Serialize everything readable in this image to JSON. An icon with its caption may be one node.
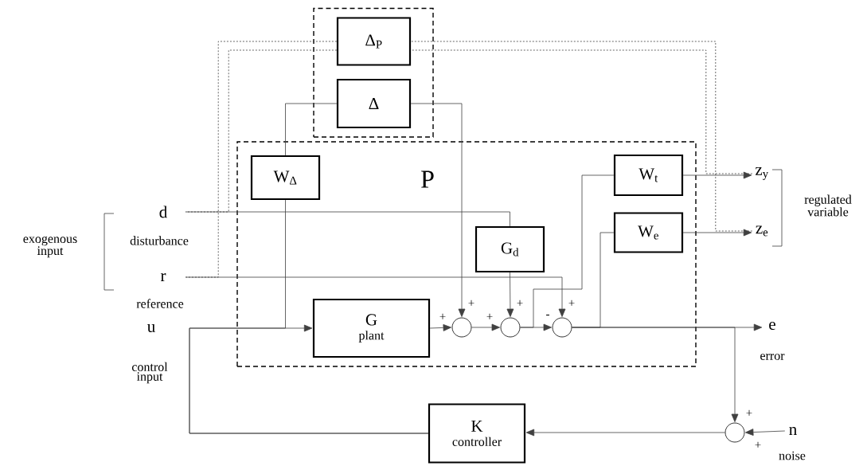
{
  "diagram": {
    "nodes": [
      {
        "text": [],
        "shape": "box"
      },
      {
        "text": [
          "Δ$_{P}$"
        ],
        "in": 0
      },
      {
        "text": [
          "Δ"
        ],
        "in": 0
      },
      {
        "text": [
          "P"
        ]
      },
      {
        "text": [
          "W$_{Δ}$"
        ],
        "in": 3
      },
      {
        "text": [
          "W$_{t}$"
        ],
        "in": 3
      },
      {
        "text": [
          "d"
        ],
        "beside": [
          "disturbance"
        ]
      },
      {
        "text": [
          "W$_{e}$"
        ],
        "in": 3
      },
      {
        "text": [
          "G$_{d}$"
        ],
        "in": 3
      },
      {
        "text": [
          "r"
        ],
        "beside": [
          "reference"
        ]
      },
      {
        "text": [
          "G",
          "plant"
        ],
        "in": 3
      },
      {
        "text": [],
        "shape": "circle",
        "in": 3
      },
      {
        "text": [],
        "shape": "circle",
        "in": 3
      },
      {
        "text": [],
        "shape": "circle",
        "in": 3
      },
      {
        "text": [
          "z$_{y}$"
        ]
      },
      {
        "text": [
          "z$_{e}$"
        ]
      },
      {
        "text": [
          "e"
        ],
        "beside": [
          "error"
        ]
      },
      {
        "text": [],
        "shape": "circle"
      },
      {
        "text": [
          "n"
        ],
        "beside": [
          "noise"
        ]
      },
      {
        "text": [
          "K",
          "controller"
        ]
      }
    ],
    "edges": [
      {
        "from": 19,
        "to": 10,
        "arrow": "to"
      },
      {
        "from": 19,
        "to": 4,
        "arrow": "none"
      },
      {
        "from": 4,
        "to": 2,
        "arrow": "none"
      },
      {
        "from": 2,
        "to": 11,
        "arrow": "to"
      },
      {
        "from": 6,
        "to": 8,
        "arrow": "none"
      },
      {
        "from": 10,
        "to": 11,
        "arrow": "to"
      },
      {
        "from": 11,
        "to": 12,
        "arrow": "to"
      },
      {
        "from": 8,
        "to": 12,
        "arrow": "to"
      },
      {
        "from": 12,
        "to": 13,
        "arrow": "to"
      },
      {
        "from": 9,
        "to": 13,
        "arrow": "to"
      },
      {
        "from": 12,
        "to": 5,
        "arrow": "none"
      },
      {
        "from": 13,
        "to": 7,
        "arrow": "none"
      },
      {
        "from": 5,
        "to": 14,
        "arrow": "to"
      },
      {
        "from": 7,
        "to": 15,
        "arrow": "to"
      },
      {
        "from": 13,
        "to": 16,
        "arrow": "to"
      },
      {
        "from": 13,
        "to": 17,
        "arrow": "to"
      },
      {
        "from": 18,
        "to": 17,
        "arrow": "to"
      },
      {
        "from": 17,
        "to": 19,
        "arrow": "to"
      },
      {
        "from": 14,
        "to": 1,
        "arrow": "none",
        "style": "dashed"
      },
      {
        "from": 1,
        "to": 6,
        "arrow": "none",
        "style": "dashed"
      },
      {
        "from": 15,
        "to": 1,
        "arrow": "none",
        "style": "dashed"
      },
      {
        "from": 1,
        "to": 9,
        "arrow": "none",
        "style": "dashed"
      }
    ],
    "labels": [
      "regulated variable",
      "exogenous input",
      "+",
      "+",
      "+",
      "+",
      "+",
      "-",
      "u",
      "control input",
      "+",
      "+"
    ]
  }
}
